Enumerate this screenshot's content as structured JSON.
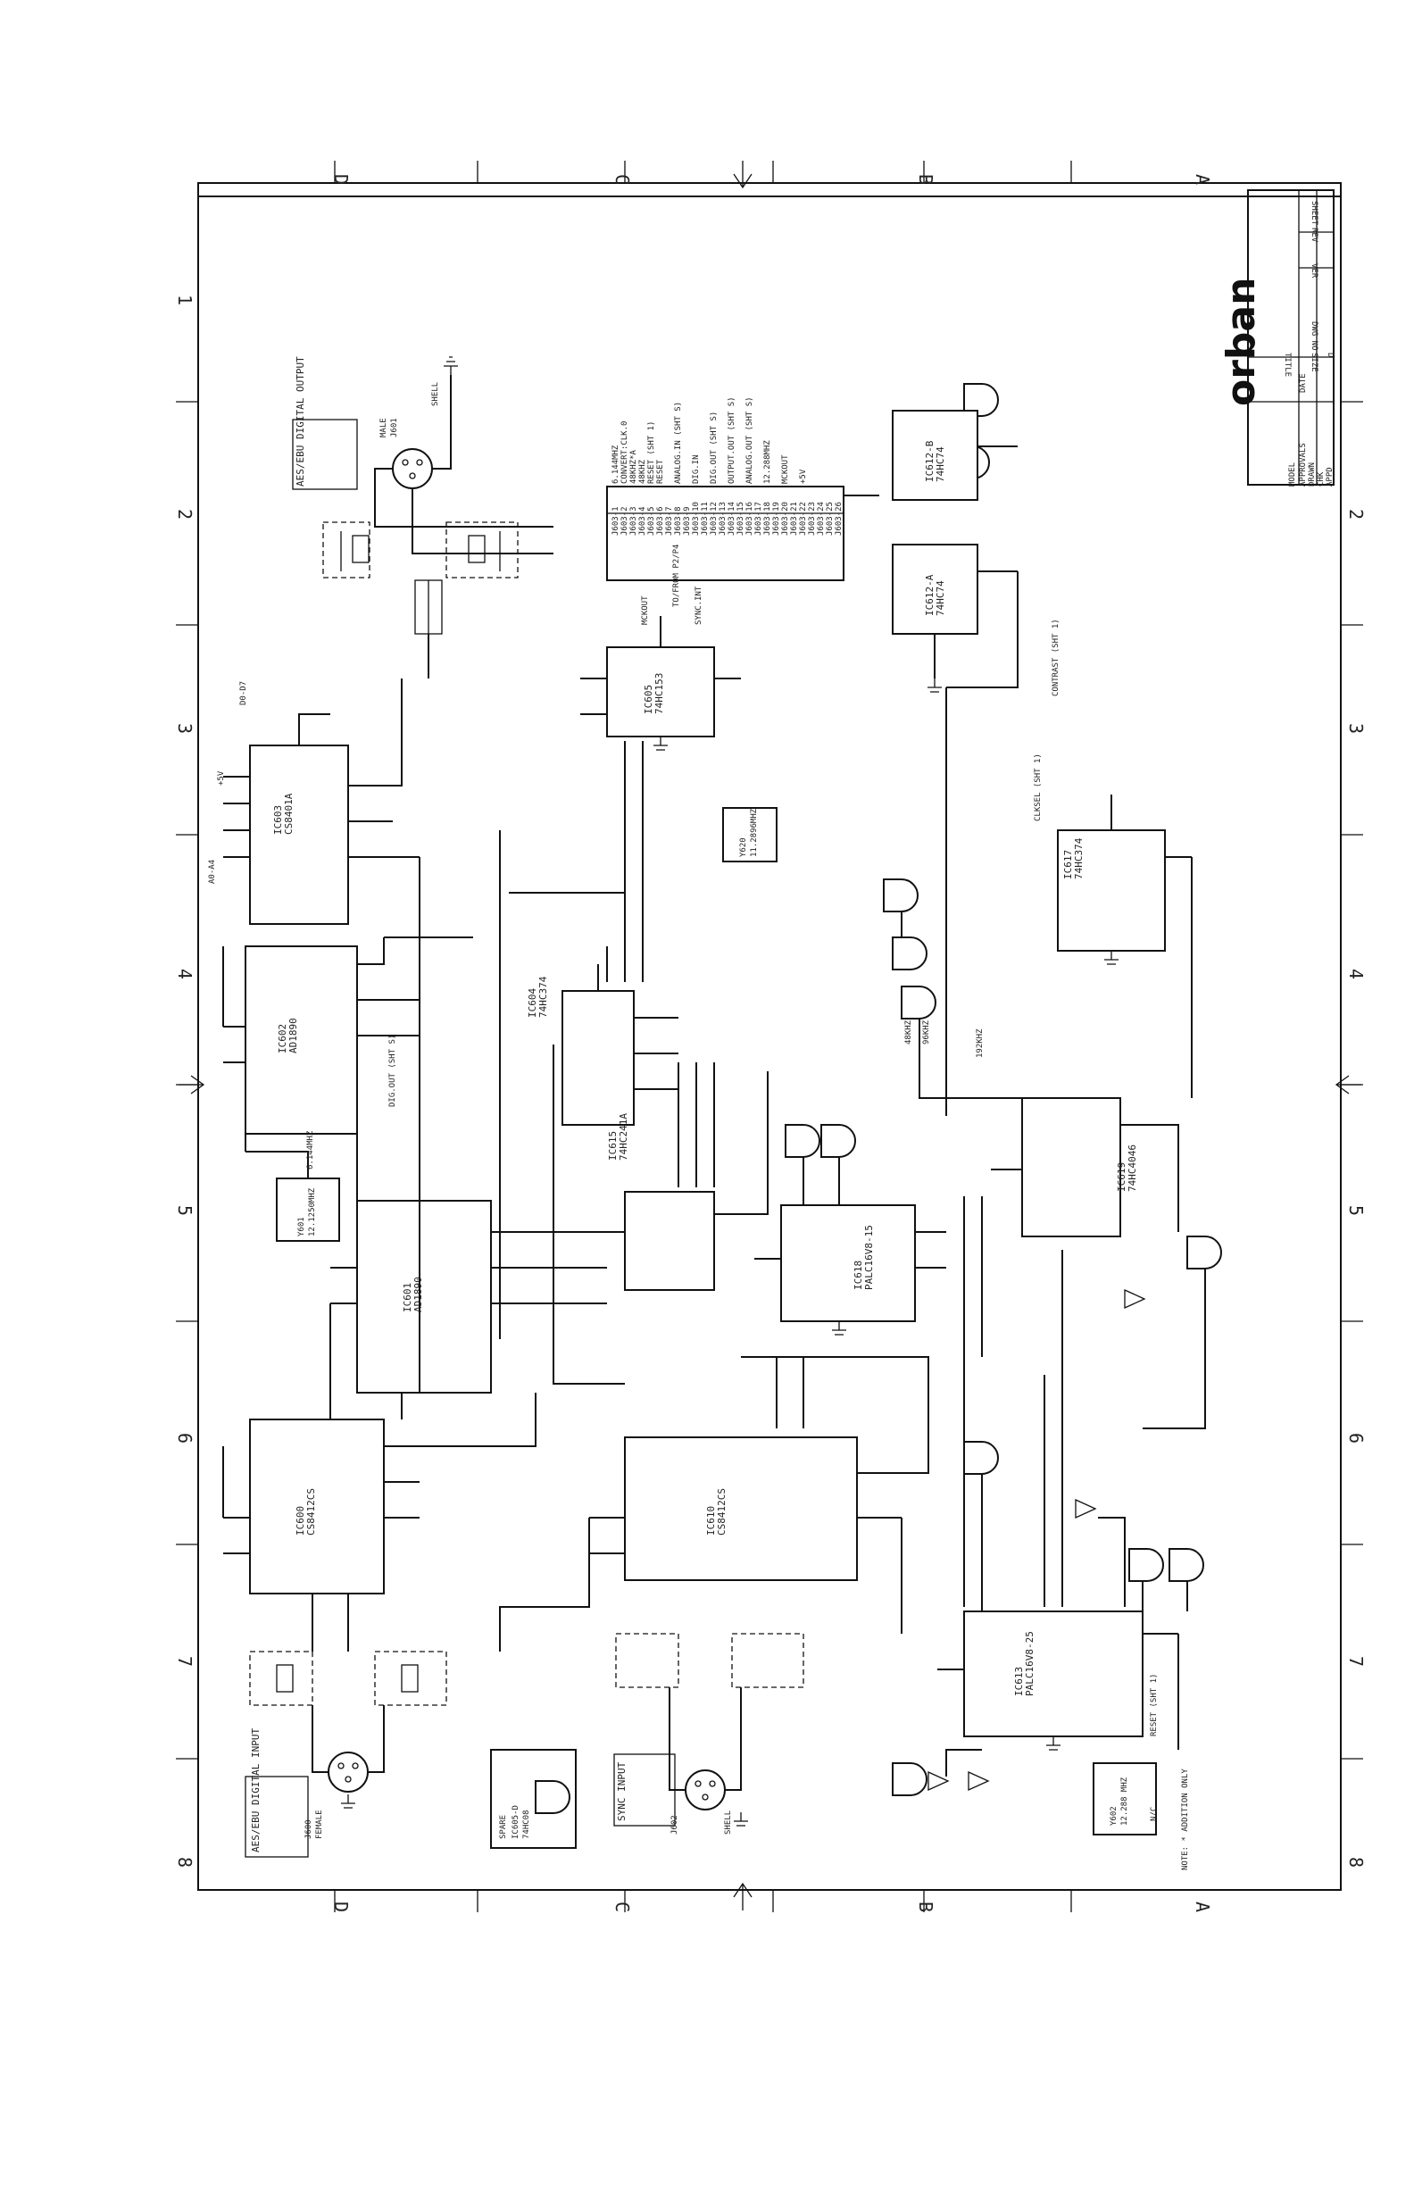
{
  "zones": {
    "letters_top": [
      "D",
      "C",
      "B",
      "A"
    ],
    "letters_bottom": [
      "D",
      "C",
      "B",
      "A"
    ],
    "numbers_left": [
      "1",
      "2",
      "3",
      "4",
      "5",
      "6",
      "7",
      "8"
    ],
    "numbers_right": [
      "2",
      "3",
      "4",
      "5",
      "6",
      "7",
      "8"
    ]
  },
  "title_block": {
    "logo": "orban",
    "title_label": "TITLE",
    "rows": [
      "MODEL",
      "APPROVALS",
      "DATE",
      "DRAWN",
      "CHK",
      "APPD"
    ],
    "size": "SIZE",
    "dwg_no": "DWG NO",
    "ver": "VER",
    "rev": "REV",
    "sheet": "SHEET",
    "size_val": "D"
  },
  "connectors": {
    "aes_out": "AES/EBU DIGITAL OUTPUT",
    "aes_out_male": "MALE",
    "aes_out_ref": "J601",
    "aes_in": "AES/EBU DIGITAL INPUT",
    "aes_in_female": "FEMALE",
    "aes_in_ref": "J600",
    "sync_in": "SYNC INPUT",
    "sync_in_ref": "J602",
    "shell": "SHELL"
  },
  "chips": {
    "ic603": [
      "IC603",
      "CS8401A"
    ],
    "ic602": [
      "IC602",
      "AD1890"
    ],
    "ic601": [
      "IC601",
      "AD1890"
    ],
    "ic600": [
      "IC600",
      "CS8412CS"
    ],
    "ic610": [
      "IC610",
      "CS8412CS"
    ],
    "ic604": [
      "IC604",
      "74HC374"
    ],
    "ic605": [
      "IC605",
      "74HC153"
    ],
    "ic615": [
      "IC615",
      "74HC241A"
    ],
    "ic618": [
      "IC618",
      "PALC16V8-15"
    ],
    "ic613": [
      "IC613",
      "PALC16V8-25"
    ],
    "ic617": [
      "IC617",
      "74HC374"
    ],
    "ic619": [
      "IC619",
      "74HC4046"
    ],
    "y620": [
      "Y620",
      "11.2896MHZ"
    ],
    "y601": [
      "Y601",
      "12.1250MHZ"
    ],
    "y602": [
      "Y602",
      "12.288 MHZ"
    ],
    "ic612": [
      "IC612-A",
      "74HC74"
    ],
    "ic612b": [
      "IC612-B",
      "74HC74"
    ]
  },
  "header_j603": [
    "J603-1",
    "J603-2",
    "J603-3",
    "J603-4",
    "J603-5",
    "J603-6",
    "J603-7",
    "J603-8",
    "J603-9",
    "J603-10",
    "J603-11",
    "J603-12",
    "J603-13",
    "J603-14",
    "J603-15",
    "J603-16",
    "J603-17",
    "J603-18",
    "J603-19",
    "J603-20",
    "J603-21",
    "J603-22",
    "J603-23",
    "J603-24",
    "J603-25",
    "J603-26"
  ],
  "header_j603_labels": [
    "6.144MHZ",
    "CONVERT:CLK.0",
    "48KHZ*A",
    "48KHZ",
    "RESET (SHT 1)",
    "RESET",
    "",
    "ANALOG.IN (SHT S)",
    "",
    "DIG.IN",
    "",
    "DIG.OUT (SHT S)",
    "",
    "OUTPUT.OUT (SHT S)",
    "",
    "ANALOG.OUT (SHT S)",
    "",
    "12.288MHZ",
    "",
    "MCKOUT",
    "",
    "+5V"
  ],
  "header_caption": "TO/FROM P2/P4",
  "net_labels": {
    "mck_out": "MCKOUT",
    "sync_int": "SYNC.INT",
    "contrast": "CONTRAST (SHT 1)",
    "d0d7": "D0-D7",
    "a0a4": "A0-A4",
    "dig_out": "DIG.OUT (SHT S)",
    "clk_sel": "CLKSEL (SHT 1)",
    "freq": "48KHZ",
    "freq2": "192KHZ",
    "freq3": "96KHZ",
    "mhz": "6.144MHZ",
    "spare": "SPARE",
    "spare_ic": "IC605-D",
    "spare_part": "74HC08",
    "vcc": "+5V",
    "nc": "N/C",
    "note": "NOTE: * ADDITION ONLY",
    "reset_sht": "RESET (SHT 1)"
  }
}
